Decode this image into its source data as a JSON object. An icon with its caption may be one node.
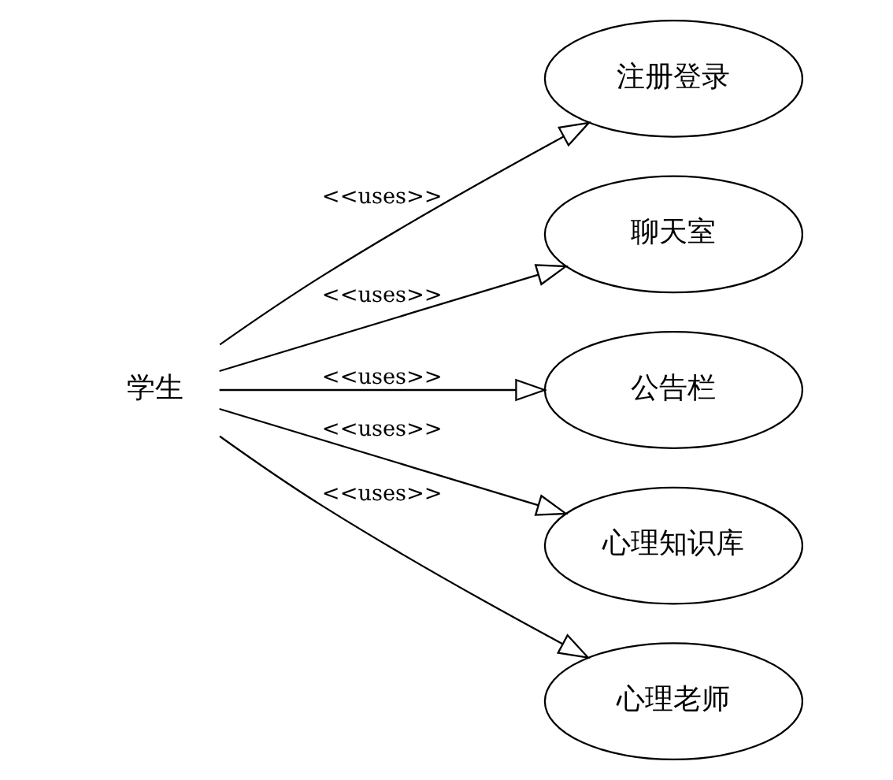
{
  "diagram": {
    "nodes": [
      {
        "text": [
          "学生"
        ]
      },
      {
        "text": [
          "注册登录"
        ]
      },
      {
        "text": [
          "聊天室"
        ]
      },
      {
        "text": [
          "公告栏"
        ]
      },
      {
        "text": [
          "心理知识库"
        ]
      },
      {
        "text": [
          "心理老师"
        ]
      }
    ],
    "edges": [
      {
        "from": 0,
        "to": 1,
        "arrow": "to",
        "label": "<<uses>>"
      },
      {
        "from": 0,
        "to": 2,
        "arrow": "to",
        "label": "<<uses>>"
      },
      {
        "from": 0,
        "to": 3,
        "arrow": "to",
        "label": "<<uses>>"
      },
      {
        "from": 0,
        "to": 4,
        "arrow": "to",
        "label": "<<uses>>"
      },
      {
        "from": 0,
        "to": 5,
        "arrow": "to",
        "label": "<<uses>>"
      }
    ]
  }
}
